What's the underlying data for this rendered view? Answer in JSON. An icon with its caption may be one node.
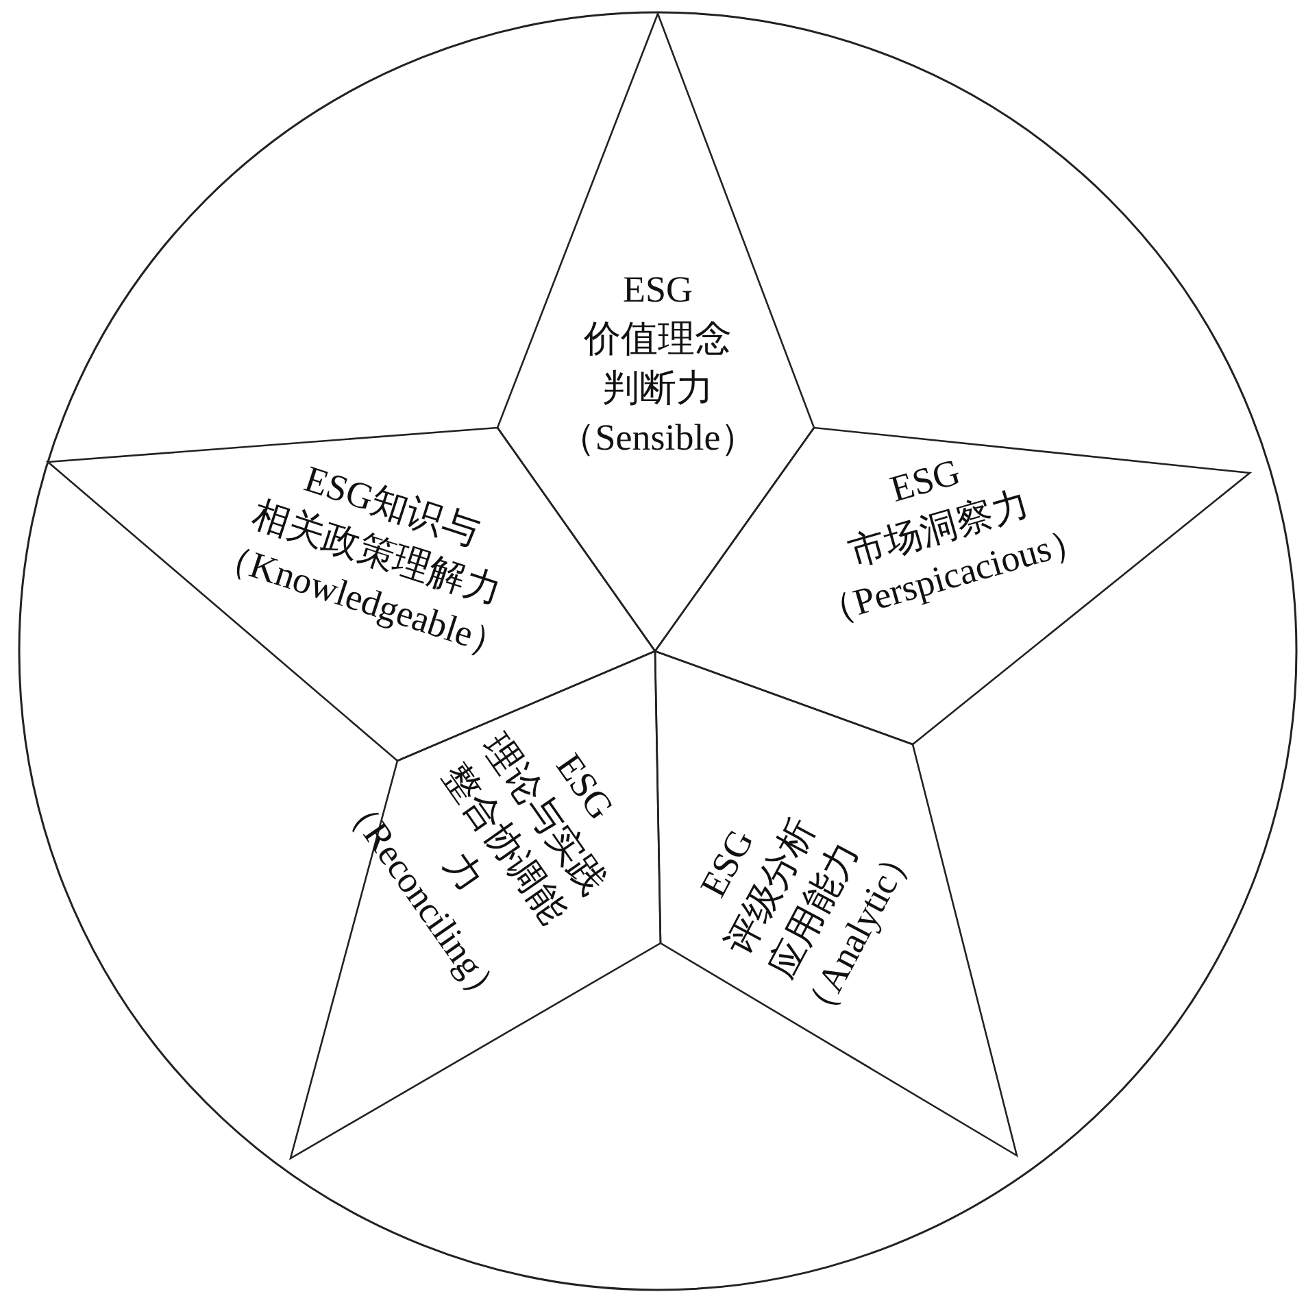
{
  "diagram": {
    "nodes": [
      {
        "text": [],
        "shape": "circle"
      },
      {
        "text": [
          "ESG",
          "价值理念判断力",
          "（Sensible）"
        ],
        "in": 0
      },
      {
        "text": [
          "ESG",
          "市场洞察力",
          "（Perspicacious）"
        ],
        "in": 0
      },
      {
        "text": [
          "ESG",
          "评级分析应用能力",
          "（Analytic）"
        ],
        "in": 0
      },
      {
        "text": [
          "ESG",
          "理论与实践整合协调能力",
          "（Reconciling）"
        ],
        "in": 0
      },
      {
        "text": [
          "ESG知识与",
          "相关政策理解力",
          "（Knowledgeable）"
        ],
        "in": 0
      }
    ]
  }
}
